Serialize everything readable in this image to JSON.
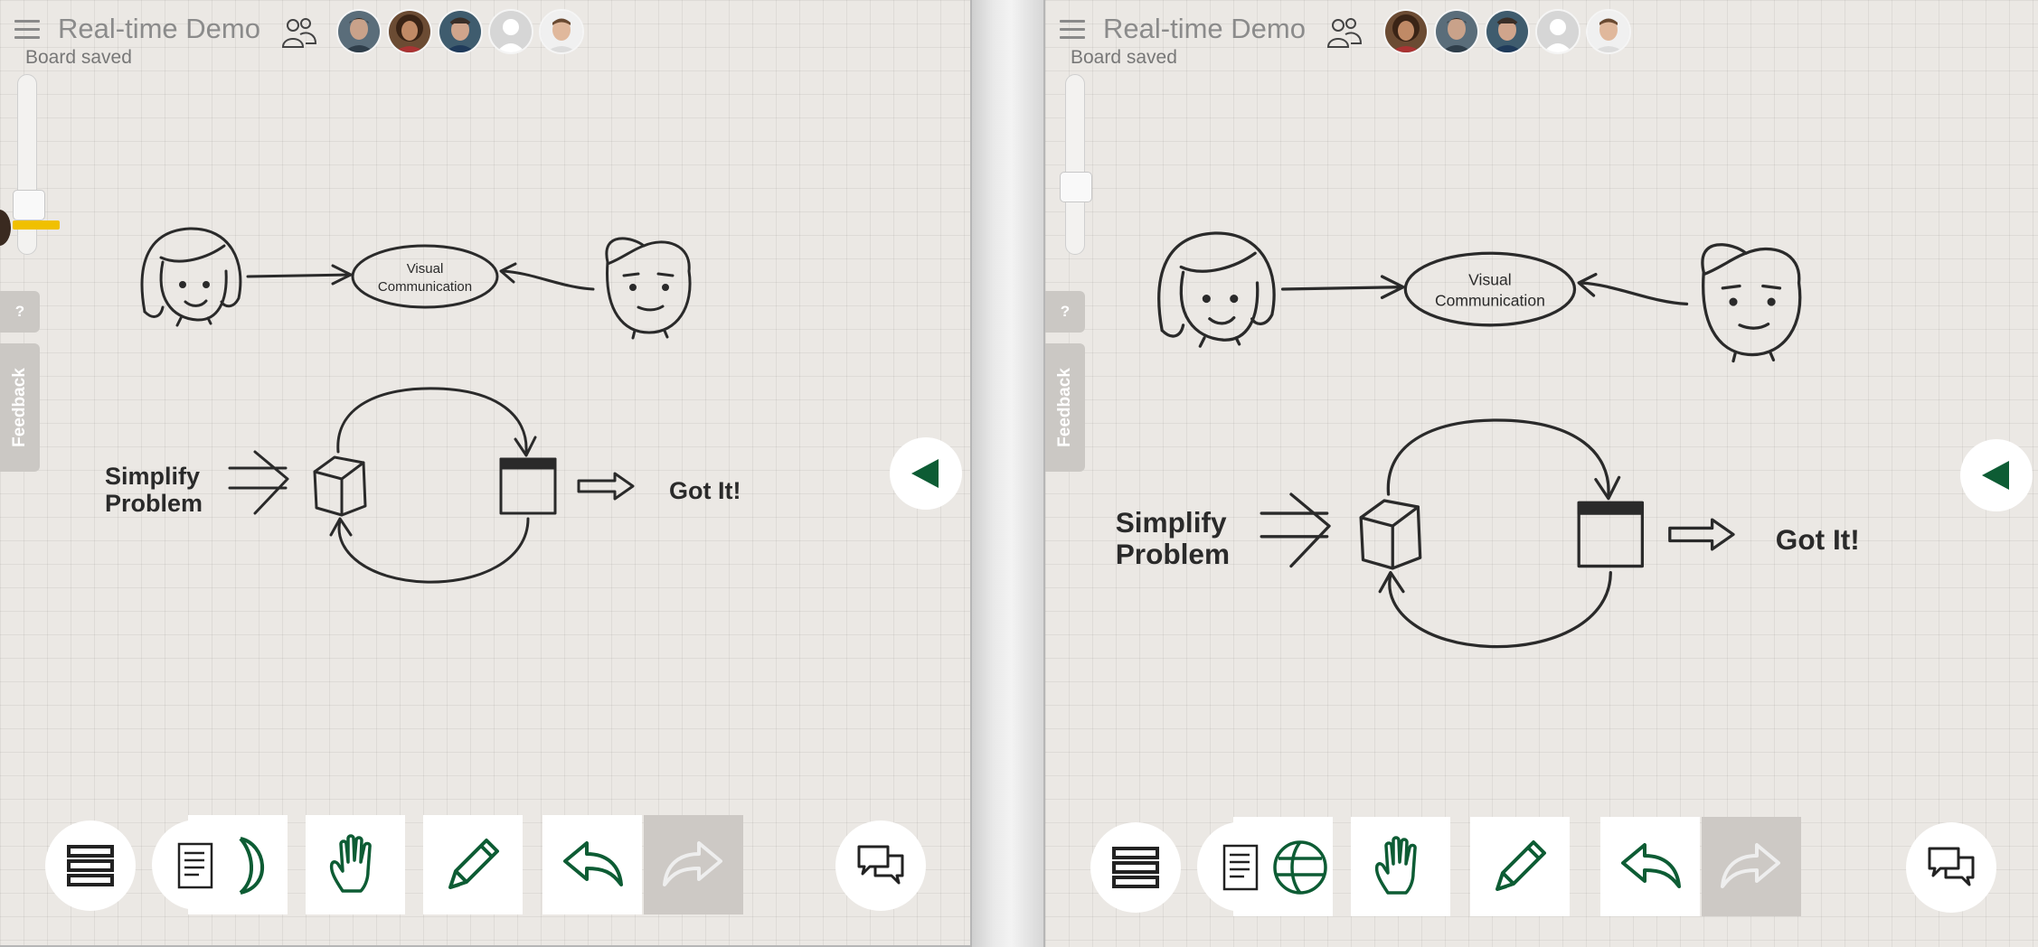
{
  "boards": [
    {
      "title": "Real-time Demo",
      "status": "Board saved",
      "zoom_level": 0.72,
      "sketch": {
        "ellipse_label_line1": "Visual",
        "ellipse_label_line2": "Communication",
        "problem_line1": "Simplify",
        "problem_line2": "Problem",
        "result": "Got It!"
      },
      "side_tabs": {
        "help": "?",
        "feedback": "Feedback"
      }
    },
    {
      "title": "Real-time Demo",
      "status": "Board saved",
      "zoom_level": 0.62,
      "sketch": {
        "ellipse_label_line1": "Visual",
        "ellipse_label_line2": "Communication",
        "problem_line1": "Simplify",
        "problem_line2": "Problem",
        "result": "Got It!"
      },
      "side_tabs": {
        "help": "?",
        "feedback": "Feedback"
      }
    }
  ],
  "icons": {
    "menu": "hamburger-menu-icon",
    "people": "collaborators-icon",
    "collapse": "collapse-triangle-icon",
    "layers": "layers-icon",
    "note": "sticky-note-icon",
    "globe": "globe-shape-icon",
    "hand": "hand-pan-icon",
    "pencil": "pencil-draw-icon",
    "undo": "undo-arrow-icon",
    "redo": "redo-arrow-icon",
    "chat": "chat-bubbles-icon"
  },
  "colors": {
    "accent": "#0d5c34",
    "board_bg": "#ebe8e4",
    "toolbar_button": "#ffffff",
    "disabled_button": "#cdc9c5",
    "side_tab": "#cbc8c4",
    "title_text": "#8b8b8b"
  }
}
